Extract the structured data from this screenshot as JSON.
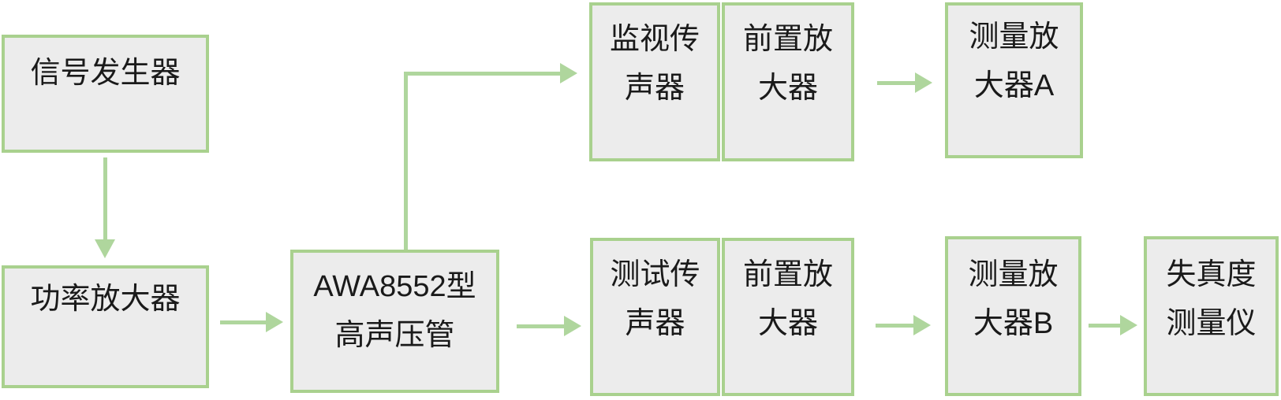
{
  "diagram": {
    "type": "flowchart",
    "description": "Audio distortion measurement setup block diagram",
    "colors": {
      "box_fill": "#ececec",
      "box_border": "#a9d18e",
      "arrow": "#afd69d",
      "text": "#1a1a1a"
    },
    "nodes": {
      "signal": {
        "label": "信号发生器",
        "lines": [
          "信号发生器"
        ]
      },
      "power": {
        "label": "功率放大器",
        "lines": [
          "功率放大器"
        ]
      },
      "awa": {
        "label": "AWA8552型高声压管",
        "lines": [
          "AWA8552型",
          "高声压管"
        ]
      },
      "monitor_mic": {
        "label": "监视传声器",
        "lines": [
          "监视传",
          "声器"
        ]
      },
      "preamp_top": {
        "label": "前置放大器",
        "lines": [
          "前置放",
          "大器"
        ]
      },
      "amp_a": {
        "label": "测量放大器A",
        "lines": [
          "测量放",
          "大器A"
        ]
      },
      "test_mic": {
        "label": "测试传声器",
        "lines": [
          "测试传",
          "声器"
        ]
      },
      "preamp_bottom": {
        "label": "前置放大器",
        "lines": [
          "前置放",
          "大器"
        ]
      },
      "amp_b": {
        "label": "测量放大器B",
        "lines": [
          "测量放",
          "大器B"
        ]
      },
      "distortion": {
        "label": "失真度测量仪",
        "lines": [
          "失真度",
          "测量仪"
        ]
      }
    },
    "edges": [
      {
        "from": "signal",
        "to": "power",
        "style": "arrow-down"
      },
      {
        "from": "power",
        "to": "awa",
        "style": "arrow-right"
      },
      {
        "from": "awa",
        "to": "monitor_mic",
        "style": "elbow-up-right-arrow"
      },
      {
        "from": "awa",
        "to": "test_mic",
        "style": "arrow-right"
      },
      {
        "from": "preamp_top",
        "to": "amp_a",
        "style": "arrow-right"
      },
      {
        "from": "preamp_bottom",
        "to": "amp_b",
        "style": "arrow-right"
      },
      {
        "from": "amp_b",
        "to": "distortion",
        "style": "arrow-right"
      }
    ]
  }
}
